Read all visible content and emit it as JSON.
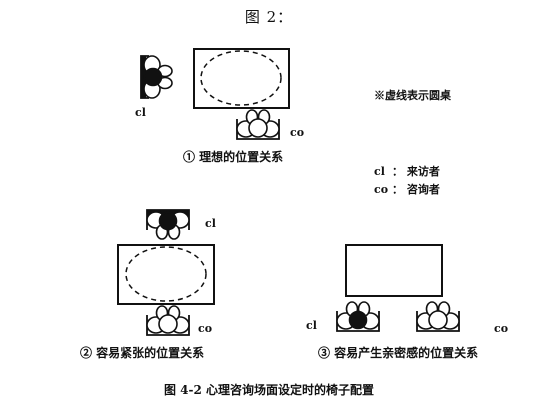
{
  "header": {
    "title": "图 2："
  },
  "legend": {
    "note": "※虚线表示圆桌",
    "cl_code": "cl",
    "cl_meaning": "：  来访者",
    "co_code": "co",
    "co_meaning": "：  咨询者"
  },
  "arrangements": [
    {
      "caption": "① 理想的位置关系",
      "client_label": "cl",
      "counselor_label": "co"
    },
    {
      "caption": "② 容易紧张的位置关系",
      "client_label": "cl",
      "counselor_label": "co"
    },
    {
      "caption": "③ 容易产生亲密感的位置关系",
      "client_label": "cl",
      "counselor_label": "co"
    }
  ],
  "footer": {
    "caption": "图 4-2  心理咨询场面设定时的椅子配置"
  }
}
